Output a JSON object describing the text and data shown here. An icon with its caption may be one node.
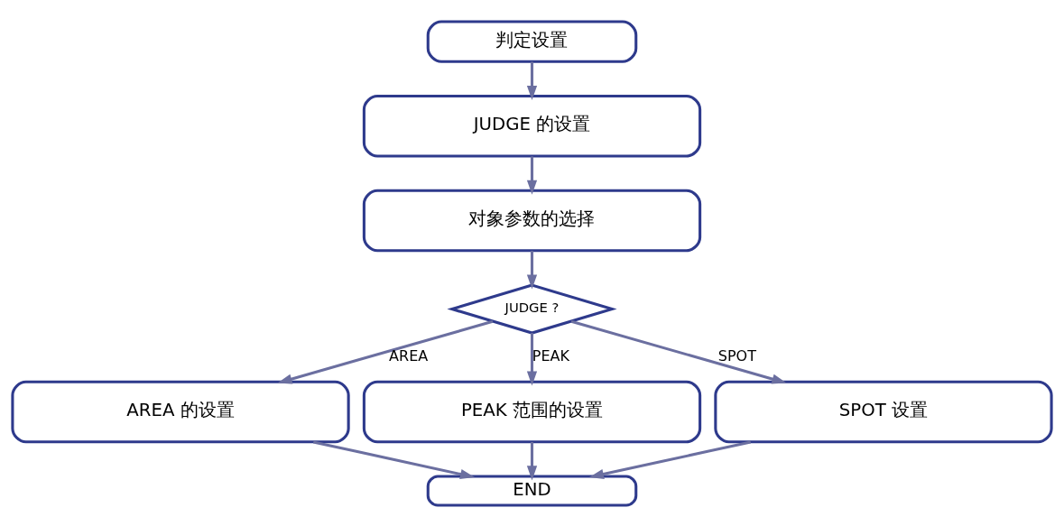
{
  "diagram": {
    "nodes": [
      {
        "text": [
          "判定设置"
        ]
      },
      {
        "text": [
          "JUDGE 的设置"
        ]
      },
      {
        "text": [
          "对象参数的选择"
        ]
      },
      {
        "text": [
          "JUDGE ?"
        ]
      },
      {
        "text": [
          "AREA 的设置"
        ]
      },
      {
        "text": [
          "PEAK 范围的设置"
        ]
      },
      {
        "text": [
          "SPOT 设置"
        ]
      },
      {
        "text": [
          "END"
        ]
      }
    ],
    "edges": [
      {
        "from": 0,
        "to": 1,
        "arrow": "to"
      },
      {
        "from": 1,
        "to": 2,
        "arrow": "to"
      },
      {
        "from": 2,
        "to": 3,
        "arrow": "to"
      },
      {
        "from": 3,
        "to": 4,
        "arrow": "to",
        "label": "AREA"
      },
      {
        "from": 3,
        "to": 5,
        "arrow": "to",
        "label": "PEAK"
      },
      {
        "from": 3,
        "to": 6,
        "arrow": "to",
        "label": "SPOT"
      },
      {
        "from": 4,
        "to": 7,
        "arrow": "to"
      },
      {
        "from": 5,
        "to": 7,
        "arrow": "to"
      },
      {
        "from": 6,
        "to": 7,
        "arrow": "to"
      }
    ]
  }
}
